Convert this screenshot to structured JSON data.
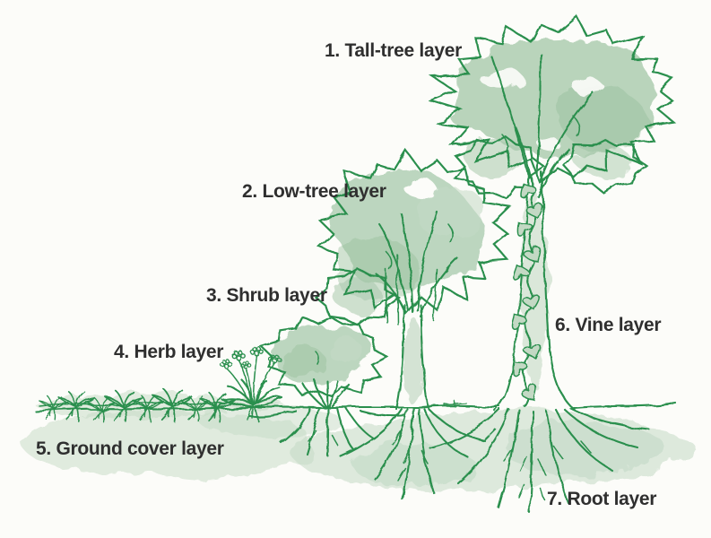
{
  "labels": {
    "tall_tree": "1. Tall-tree layer",
    "low_tree": "2. Low-tree layer",
    "shrub": "3. Shrub layer",
    "herb": "4. Herb layer",
    "ground_cover": "5. Ground cover layer",
    "vine": "6. Vine layer",
    "root": "7. Root layer"
  },
  "colors": {
    "background": "#fcfcf9",
    "text": "#2f2f2f",
    "line_green": "#2c8f4e",
    "wash_light": "#c3d9c4",
    "wash_mid": "#a7c9ab",
    "wash_dark": "#90bb97"
  }
}
